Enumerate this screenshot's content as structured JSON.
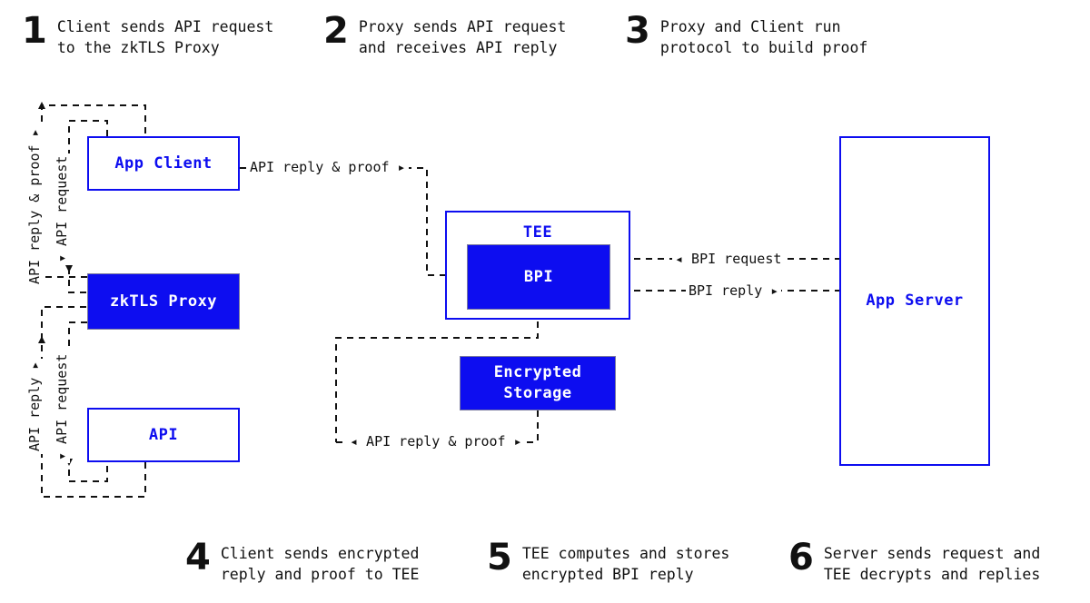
{
  "steps_top": [
    {
      "num": "1",
      "line1": "Client sends API request",
      "line2": "to the zkTLS Proxy"
    },
    {
      "num": "2",
      "line1": "Proxy sends API request",
      "line2": "and receives API reply"
    },
    {
      "num": "3",
      "line1": "Proxy and Client run",
      "line2": "protocol to build proof"
    }
  ],
  "steps_bottom": [
    {
      "num": "4",
      "line1": "Client sends encrypted",
      "line2": "reply and proof to TEE"
    },
    {
      "num": "5",
      "line1": "TEE computes and stores",
      "line2": "encrypted BPI reply"
    },
    {
      "num": "6",
      "line1": "Server sends request and",
      "line2": "TEE decrypts and replies"
    }
  ],
  "nodes": {
    "app_client": "App Client",
    "zktls_proxy": "zkTLS Proxy",
    "api": "API",
    "tee": "TEE",
    "bpi": "BPI",
    "encrypted_storage": "Encrypted\nStorage",
    "app_server": "App Server"
  },
  "edge_labels": {
    "client_reply_proof": "API reply & proof ▸",
    "left_reply_proof_up": "API reply & proof ▸",
    "left_request_down": "▾ API request",
    "left_reply_up": "API reply ▸",
    "left_request_down2": "▾ API request",
    "bpi_request": "◂ BPI request",
    "bpi_reply": "BPI reply ▸",
    "storage_reply_proof": "◂ API reply & proof ▸"
  },
  "colors": {
    "brand_blue": "#0d0df0",
    "ink": "#111111",
    "background": "#ffffff"
  }
}
